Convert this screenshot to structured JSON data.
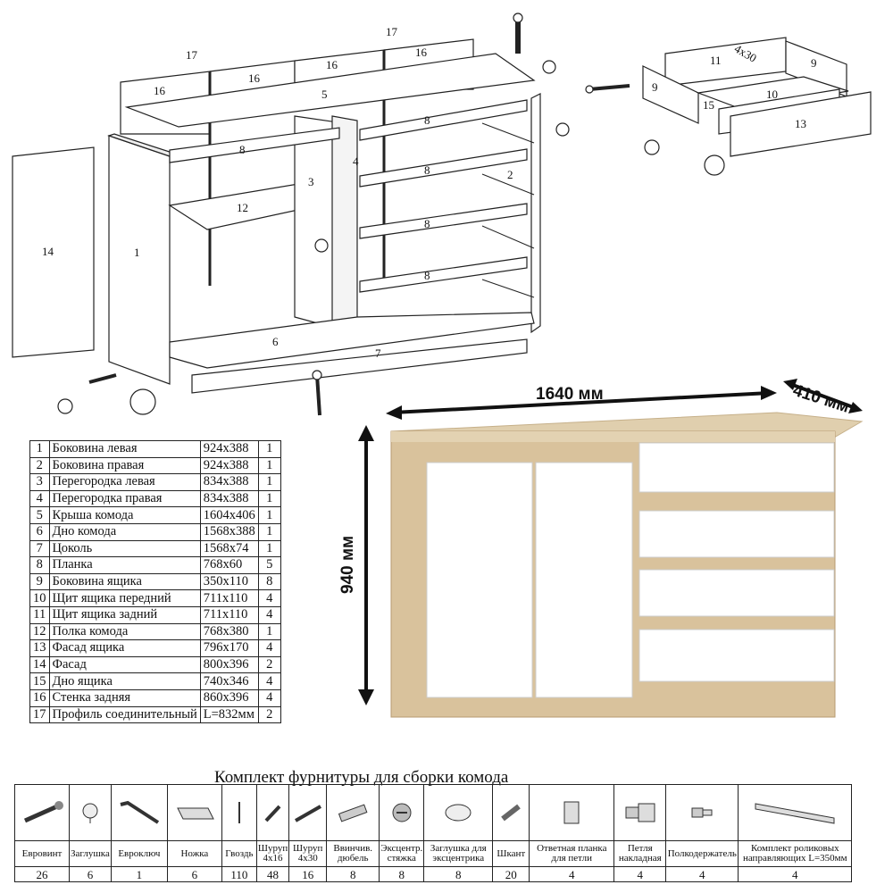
{
  "diagram": {
    "callouts": [
      "1",
      "2",
      "3",
      "4",
      "5",
      "6",
      "7",
      "8",
      "8",
      "8",
      "8",
      "8",
      "9",
      "9",
      "10",
      "11",
      "12",
      "13",
      "14",
      "15",
      "16",
      "16",
      "16",
      "16",
      "17",
      "17"
    ],
    "drawer_screw": "4x30",
    "dims": {
      "width": "1640 мм",
      "depth": "410 мм",
      "height": "940 мм"
    }
  },
  "parts": [
    {
      "n": "1",
      "name": "Боковина левая",
      "size": "924x388",
      "qty": "1"
    },
    {
      "n": "2",
      "name": "Боковина правая",
      "size": "924x388",
      "qty": "1"
    },
    {
      "n": "3",
      "name": "Перегородка левая",
      "size": "834x388",
      "qty": "1"
    },
    {
      "n": "4",
      "name": "Перегородка правая",
      "size": "834x388",
      "qty": "1"
    },
    {
      "n": "5",
      "name": "Крыша комода",
      "size": "1604x406",
      "qty": "1"
    },
    {
      "n": "6",
      "name": "Дно комода",
      "size": "1568x388",
      "qty": "1"
    },
    {
      "n": "7",
      "name": "Цоколь",
      "size": "1568x74",
      "qty": "1"
    },
    {
      "n": "8",
      "name": "Планка",
      "size": "768x60",
      "qty": "5"
    },
    {
      "n": "9",
      "name": "Боковина ящика",
      "size": "350x110",
      "qty": "8"
    },
    {
      "n": "10",
      "name": "Щит ящика передний",
      "size": "711x110",
      "qty": "4"
    },
    {
      "n": "11",
      "name": "Щит ящика задний",
      "size": "711x110",
      "qty": "4"
    },
    {
      "n": "12",
      "name": "Полка комода",
      "size": "768x380",
      "qty": "1"
    },
    {
      "n": "13",
      "name": "Фасад ящика",
      "size": "796x170",
      "qty": "4"
    },
    {
      "n": "14",
      "name": "Фасад",
      "size": "800x396",
      "qty": "2"
    },
    {
      "n": "15",
      "name": "Дно ящика",
      "size": "740x346",
      "qty": "4"
    },
    {
      "n": "16",
      "name": "Стенка задняя",
      "size": "860x396",
      "qty": "4"
    },
    {
      "n": "17",
      "name": "Профиль соединительный",
      "size": "L=832мм",
      "qty": "2"
    }
  ],
  "hardware": {
    "title": "Комплект фурнитуры для сборки комода",
    "items": [
      {
        "icon": "euro-screw-icon",
        "name": "Евровинт",
        "qty": "26"
      },
      {
        "icon": "cap-icon",
        "name": "Заглушка",
        "qty": "6"
      },
      {
        "icon": "hex-key-icon",
        "name": "Евроключ",
        "qty": "1"
      },
      {
        "icon": "leg-icon",
        "name": "Ножка",
        "qty": "6"
      },
      {
        "icon": "nail-icon",
        "name": "Гвоздь",
        "qty": "110"
      },
      {
        "icon": "screw-short-icon",
        "name": "Шуруп 4x16",
        "qty": "48"
      },
      {
        "icon": "screw-long-icon",
        "name": "Шуруп 4x30",
        "qty": "16"
      },
      {
        "icon": "dowel-screw-icon",
        "name": "Ввинчив. дюбель",
        "qty": "8"
      },
      {
        "icon": "cam-lock-icon",
        "name": "Эксцентр. стяжка",
        "qty": "8"
      },
      {
        "icon": "cam-cap-icon",
        "name": "Заглушка для эксцентрика",
        "qty": "8"
      },
      {
        "icon": "dowel-icon",
        "name": "Шкант",
        "qty": "20"
      },
      {
        "icon": "hinge-plate-icon",
        "name": "Ответная планка для петли",
        "qty": "4"
      },
      {
        "icon": "hinge-icon",
        "name": "Петля накладная",
        "qty": "4"
      },
      {
        "icon": "shelf-support-icon",
        "name": "Полкодержатель",
        "qty": "4"
      },
      {
        "icon": "drawer-slide-icon",
        "name": "Комплект роликовых направляющих L=350мм",
        "qty": "4"
      }
    ]
  }
}
